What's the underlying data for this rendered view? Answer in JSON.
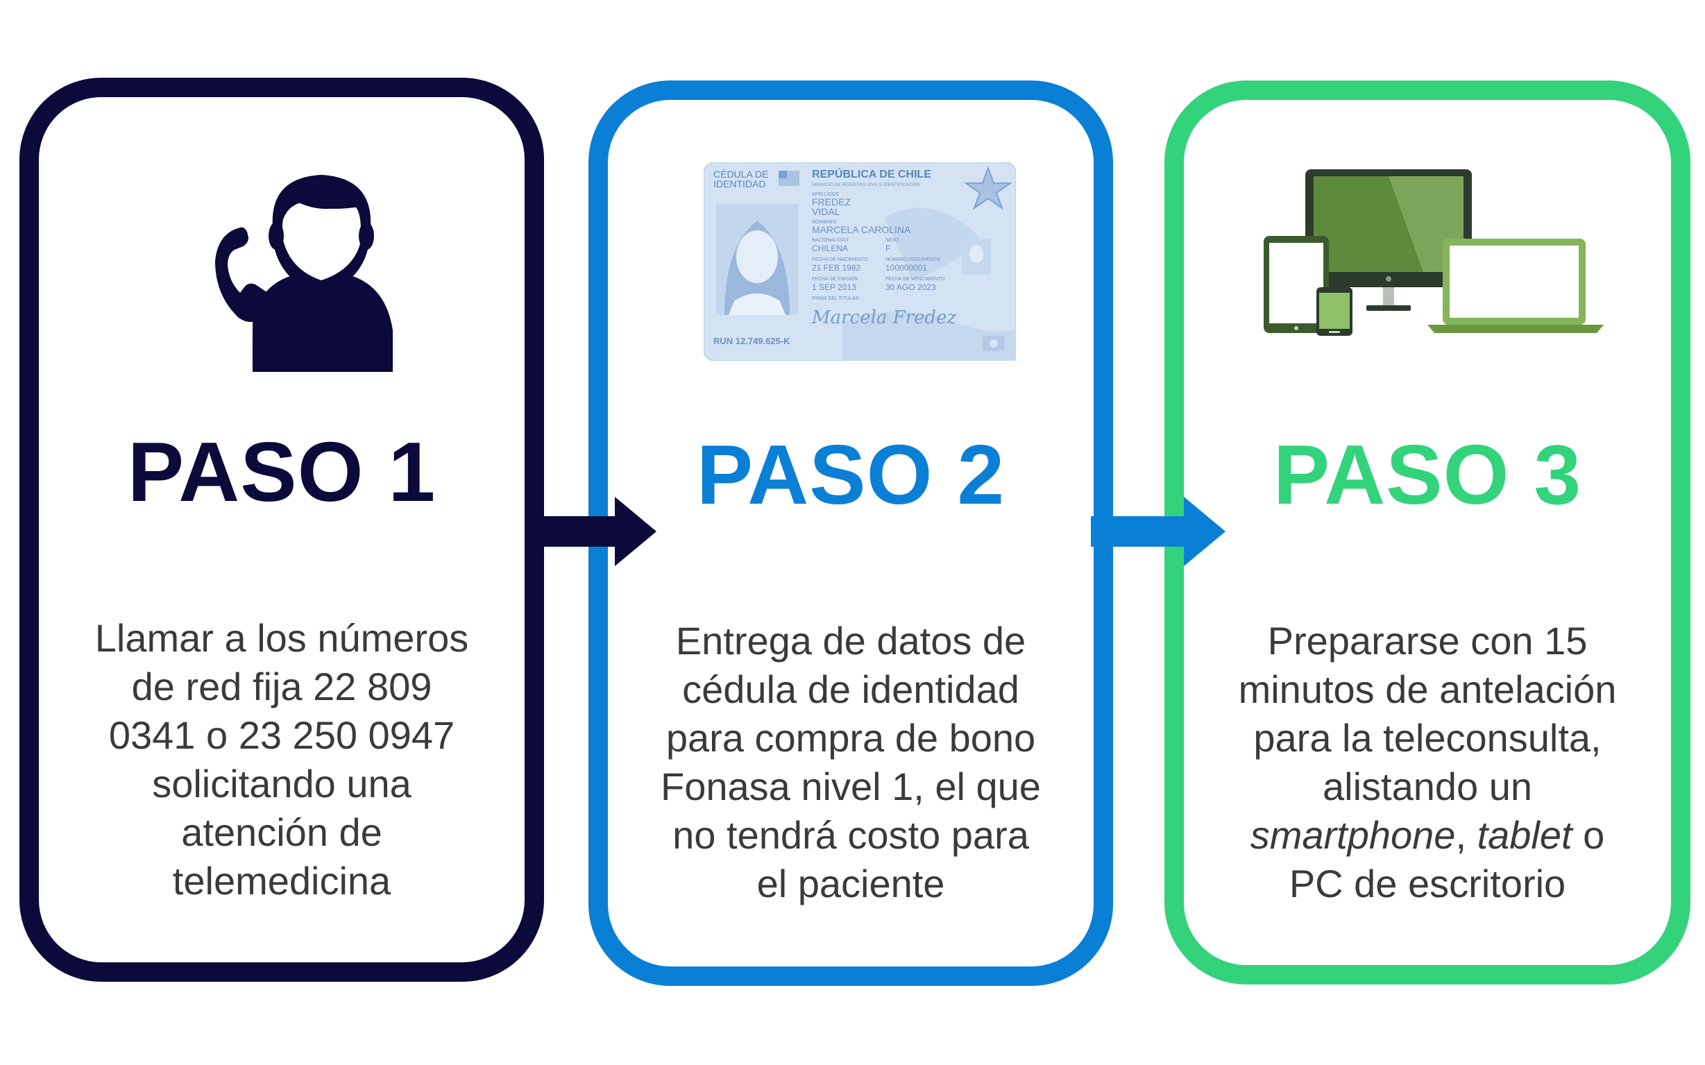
{
  "steps": [
    {
      "title": "PASO 1",
      "lines": [
        "Llamar a los números",
        "de red fija 22 809",
        "0341 o 23 250 0947",
        "solicitando una",
        "atención de",
        "telemedicina"
      ],
      "color": "#0b0a3a",
      "icon": "phone-call-person-icon"
    },
    {
      "title": "PASO 2",
      "lines": [
        "Entrega de datos de",
        "cédula de identidad",
        "para compra de bono",
        "Fonasa nivel 1, el que",
        "no tendrá costo para",
        "el paciente"
      ],
      "color": "#0a7fd6",
      "icon": "id-card-icon"
    },
    {
      "title": "PASO 3",
      "lines": [
        "Prepararse con 15",
        "minutos de antelación",
        "para la teleconsulta,",
        "alistando un"
      ],
      "line5": {
        "italic1": "smartphone",
        "sep": ", ",
        "italic2": "tablet",
        "tail": " o"
      },
      "line6": "PC de escritorio",
      "color": "#33d37b",
      "icon": "devices-icon"
    }
  ],
  "id_card": {
    "doc_type": "CÉDULA DE IDENTIDAD",
    "country": "REPÚBLICA DE CHILE",
    "agency": "SERVICIO DE REGISTRO CIVIL E IDENTIFICACIÓN",
    "apellidos_label": "APELLIDOS",
    "apellido1": "FREDEZ",
    "apellido2": "VIDAL",
    "nombres_label": "NOMBRES",
    "nombres": "MARCELA CAROLINA",
    "nacionalidad_label": "NACIONALIDAD",
    "nacionalidad": "CHILENA",
    "sexo_label": "SEXO",
    "sexo": "F",
    "nacimiento_label": "FECHA DE NACIMIENTO",
    "nacimiento": "21 FEB 1982",
    "documento_label": "NÚMERO DOCUMENTO",
    "documento": "100000001",
    "emision_label": "FECHA DE EMISIÓN",
    "emision": "1 SEP 2013",
    "vencimiento_label": "FECHA DE VENCIMIENTO",
    "vencimiento": "30 AGO 2023",
    "firma_label": "FIRMA DEL TITULAR",
    "run": "RUN 12.749.625-K",
    "signature": "Marcela Fredez"
  },
  "arrows": [
    {
      "from": "PASO 1",
      "to": "PASO 2",
      "color": "#0b0a3a"
    },
    {
      "from": "PASO 2",
      "to": "PASO 3",
      "color": "#0a7fd6"
    }
  ]
}
